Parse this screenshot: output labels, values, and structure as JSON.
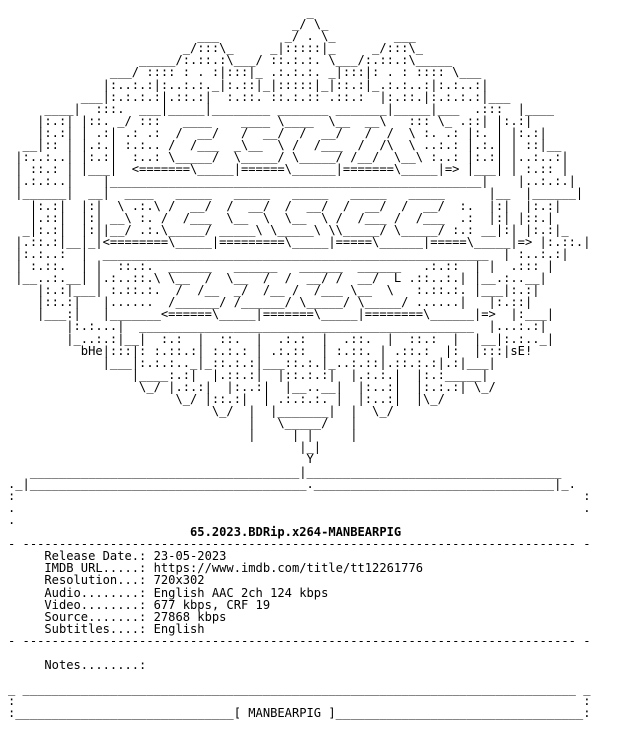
{
  "art_lines": [
    "                                         _",
    "                                       _/ \\_",
    "                          ___         _/ . \\_        ___",
    "                        _/:::\\_     _|:::::|_     _/:::\\_",
    "                  _____/:.::.:\\___/ ::.:.:. \\___/:.::.:\\_____",
    "              ___/ :::: : . :|:::|_ .:.:.:. _|:::|: . : :::: \\___",
    "             |:..:.:|:..:.:._|:.::|_|:::::|_|::.:|_.:.:..:|:.:..:|",
    "          ___|:.:.:.:|.::.:|  :.::. ::.:.:: .::.:  |:.::.|:.:.:.:|___",
    "     ____|  :::.  ___|_____|________ _______ _______|_____|___  .:::  |____",
    "    |:.:| |::. _/ :::   ____    ____ \\____  \\__  __\\   ::: \\_ .::| |:.:|",
    "    |:.:| | .:| .: .:  /  __/   /  __/  /  __/   /  /  \\ :. .: |:. | |:.:|",
    "  __|:: | |.:.| :.:.. /  /___  _\\__  \\ /  /___  /  /\\  \\ ..:.: |.:.| | ::|__",
    " |:..:..| |:.:|  :..: \\_____/  \\_____/ \\_____/ /__/  \\__\\ :..: |:.:| |..:..:|",
    " | ::.: | |___|  <=======\\_____|======\\______|=======\\_____|=> |___| | :.:: |",
    " |.:.:..|    |___________________________________________________|    |..:.:.|",
    " |______|  __|  ____   _____   _____   _____   _____   _____      |__  |______|",
    "   |:.:|  |:|  \\ .:.\\ /  __/  /  __/  /  __/  /  __/  /  __/  :.  |:|  |:.:|",
    "   |.::|  |:| __\\ :. /  /___  \\__  \\  \\__  \\ /  /___ /  /___  .:  |:| |::.|",
    "  _|:.:|  |:||__/ .:.\\_____/ _____\\ \\_____\\ \\\\_____/ \\_____/ :.: __|:| |:.:|_",
    " |.::.:|__|_|<========\\_____|=========\\_____|=====\\______|=====\\_____|=> |:.::.|",
    " |:.:..:  |  _____________________________________________________  | :..:.:|",
    " | :.::.  | |  ::.:.  ______   ______   ______  ______   .:.::  | |  .::: |",
    " |__..:.__| |.:..::.\\ \\__  /  \\__  /  /  __/ /  __/  L .::..:.| |__.:..__|",
    "    |:.:|___| :.::.:.  /  /__  _/  /__ /  /___ \\__  \\   :.::.:. |___|:.:|",
    "    |::.:|   |......  /______/ /______/ \\_____/ \\_____/ ......|   |:.::|",
    "    |___:|   |_______<======\\_____|=======\\_____|========\\______|=>  |:___|",
    "        |:.:...|  ______________________________________________  |...:.:|",
    "        |_..:.:|__|  :.:  |  ::.  |  .:.:  |  .::.  |  ::.:  |  |__|:.:.._|",
    "          bHe|:::|: :.::.:| :.:.: | .:.::  | :.::. | .::.:  |:  |:::|sE!",
    "             |___|:.:.:.._|_::.:.:|___::.:.|_..:.::|.::.:.:|.:|___|",
    "                 |____:.:|  |.::.:|  |::.:.:|  |.:.:.|  |:.:_____|",
    "                  \\_/ |.:.:|  |:..:|  |__..__|  |:..:|  |:.:.:| \\_/",
    "                       \\_/ |::.:|  | .:.:.:. |  |:..:|  |\\_/",
    "                            \\_/  |  |_______|  |  \\_/",
    "                                 |   \\_____/   |",
    "                                 |     | |     |",
    "                                        |_|",
    "                                         Y"
  ],
  "border_lines": [
    "   _____________________________________|___________________________________",
    "._|______________________________________._________________________________|_.",
    ":                                                                              :",
    ".                                                                              .",
    "."
  ],
  "release_name": "65.2023.BDRip.x264-MANBEARPIG",
  "separator": "- ---------------------------------------------------------------------------- -",
  "fields": [
    {
      "label": "Release Date.:",
      "value": "23-05-2023"
    },
    {
      "label": "IMDB URL.....:",
      "value": "https://www.imdb.com/title/tt12261776"
    },
    {
      "label": "Resolution...:",
      "value": "720x302"
    },
    {
      "label": "Audio........:",
      "value": "English AAC 2ch 124 kbps"
    },
    {
      "label": "Video........:",
      "value": "677 kbps, CRF 19"
    },
    {
      "label": "Source.......:",
      "value": "27868 kbps"
    },
    {
      "label": "Subtitles....:",
      "value": "English"
    }
  ],
  "notes_label": "Notes........:",
  "footer_lines": [
    "_ ____________________________________________________________________________ _",
    ":                                                                              :",
    ":______________________________[ MANBEARPIG ]__________________________________:"
  ]
}
